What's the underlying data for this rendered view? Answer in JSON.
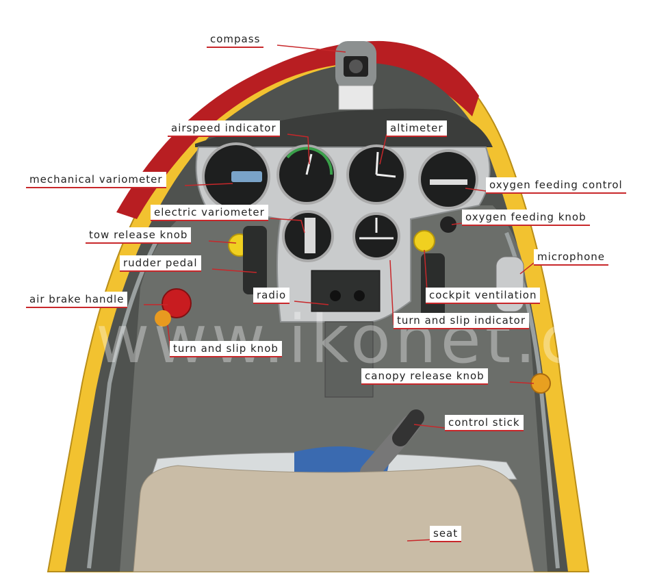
{
  "labels": {
    "compass": "compass",
    "airspeed_indicator": "airspeed indicator",
    "altimeter": "altimeter",
    "mechanical_variometer": "mechanical variometer",
    "oxygen_feeding_control": "oxygen feeding control",
    "electric_variometer": "electric variometer",
    "oxygen_feeding_knob": "oxygen feeding knob",
    "tow_release_knob": "tow release knob",
    "microphone": "microphone",
    "rudder_pedal": "rudder pedal",
    "radio": "radio",
    "cockpit_ventilation": "cockpit ventilation",
    "air_brake_handle": "air brake handle",
    "turn_and_slip_indicator": "turn and slip indicator",
    "turn_and_slip_knob": "turn and slip knob",
    "canopy_release_knob": "canopy release knob",
    "control_stick": "control stick",
    "seat": "seat"
  },
  "watermark": "www.ikonet.com",
  "colors": {
    "hull_yellow": "#f2c230",
    "nose_red": "#b81e22",
    "cockpit_grey": "#6b6e6a",
    "panel_silver": "#c9cbcc",
    "seat_beige": "#c9bca6",
    "leader_red": "#c8272a"
  }
}
